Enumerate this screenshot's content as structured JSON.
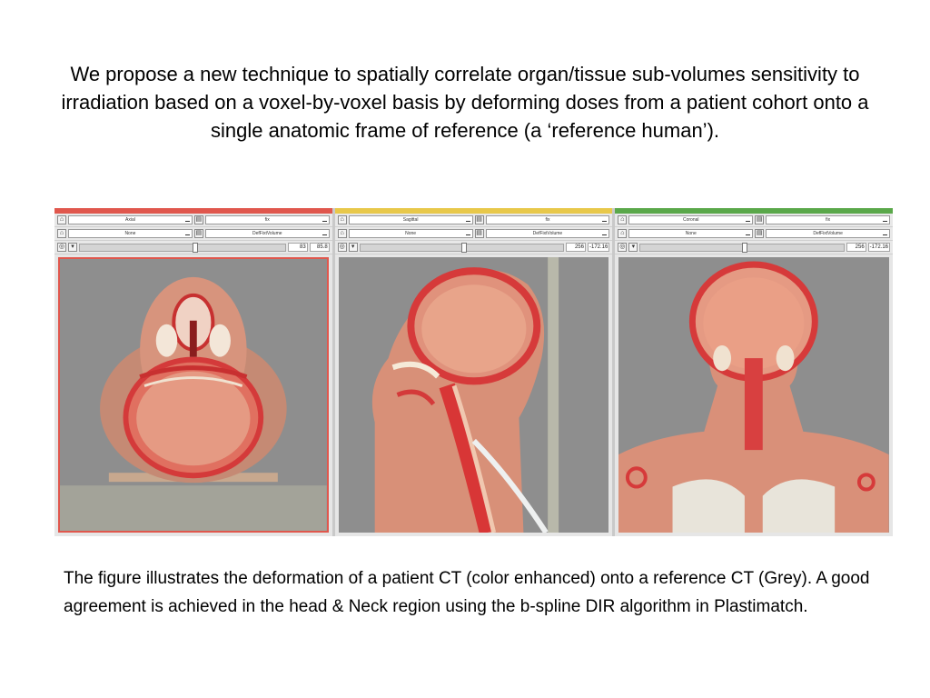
{
  "title": "We propose a new technique to spatially correlate organ/tissue sub-volumes sensitivity to irradiation based on a voxel-by-voxel basis by deforming doses from a patient cohort onto a single anatomic frame of reference (a ‘reference human’).",
  "caption": "The figure illustrates the deformation of a patient CT (color enhanced) onto a reference CT (Grey). A good agreement is achieved in the head & Neck region using the b-spline DIR algorithm in Plastimatch.",
  "colors": {
    "axial": "#e0574d",
    "sagittal": "#e8c84a",
    "coronal": "#5aa84a"
  },
  "panels": [
    {
      "view": "Axial",
      "overlay": "fix",
      "mode": "None",
      "volume": "DefFixtVolume",
      "slice": "83",
      "position": "85.8",
      "slider": 0.55
    },
    {
      "view": "Sagittal",
      "overlay": "fix",
      "mode": "None",
      "volume": "DefFixtVolume",
      "slice": "256",
      "position": "-172.16",
      "slider": 0.5
    },
    {
      "view": "Coronal",
      "overlay": "fix",
      "mode": "None",
      "volume": "DefFixtVolume",
      "slice": "256",
      "position": "-172.16",
      "slider": 0.5
    }
  ]
}
